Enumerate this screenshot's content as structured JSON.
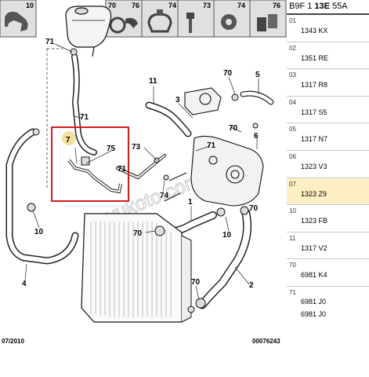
{
  "diagram": {
    "callouts": [
      "10",
      "70",
      "76",
      "74",
      "73",
      "74",
      "76",
      "71",
      "11",
      "70",
      "5",
      "3",
      "71",
      "7",
      "75",
      "73",
      "71",
      "74",
      "70",
      "71",
      "6",
      "10",
      "1",
      "70",
      "4",
      "2",
      "70"
    ],
    "overview_labels": [
      "10",
      "70",
      "76",
      "74",
      "73",
      "74",
      "76"
    ],
    "watermark": "duyukoto.com",
    "date_code": "07/2010",
    "drawing_number": "00076243"
  },
  "panel": {
    "title_part1": "B9F 1 ",
    "title_part2": "13E",
    "title_part3": " 55A",
    "rows": [
      {
        "pos": "01",
        "code": "1343 KX"
      },
      {
        "pos": "02",
        "code": "1351 RE"
      },
      {
        "pos": "03",
        "code": "1317 R8"
      },
      {
        "pos": "04",
        "code": "1317 S5"
      },
      {
        "pos": "05",
        "code": "1317 N7"
      },
      {
        "pos": "06",
        "code": "1323 V3"
      },
      {
        "pos": "07",
        "code": "1323 Z9"
      },
      {
        "pos": "10",
        "code": "1323 FB"
      },
      {
        "pos": "11",
        "code": "1317 V2"
      },
      {
        "pos": "70",
        "code": "6981 K4"
      },
      {
        "pos": "71",
        "code": "6981 J0",
        "code2": "6981 J0"
      }
    ],
    "selected_pos": "07",
    "selected_color": "#fdeec3"
  },
  "colors": {
    "highlight_box": "#d21c1c",
    "callout_marker": "#f5dfa0"
  }
}
